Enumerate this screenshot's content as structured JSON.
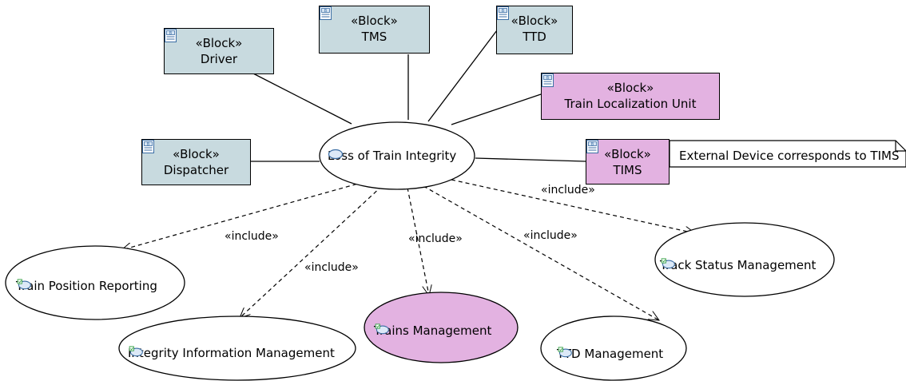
{
  "stereotype": "«Block»",
  "include_label": "«include»",
  "blocks": {
    "driver": "Driver",
    "tms": "TMS",
    "ttd": "TTD",
    "train_localization_unit": "Train Localization Unit",
    "tims": "TIMS",
    "dispatcher": "Dispatcher"
  },
  "use_cases": {
    "loss_of_train_integrity": "Loss of Train Integrity",
    "train_position_reporting": "Train Position Reporting",
    "integrity_information_management": "Integrity Information Management",
    "trains_management": "Trains Management",
    "ttd_management": "TTD Management",
    "track_status_management": "Track Status Management"
  },
  "note": "External Device corresponds to TIMS",
  "colors": {
    "block_grey": "#c8dadf",
    "highlight_pink": "#e3b2e1",
    "line": "#000000",
    "icon_blue": "#3b6ea5",
    "icon_green": "#2e9e3e"
  }
}
